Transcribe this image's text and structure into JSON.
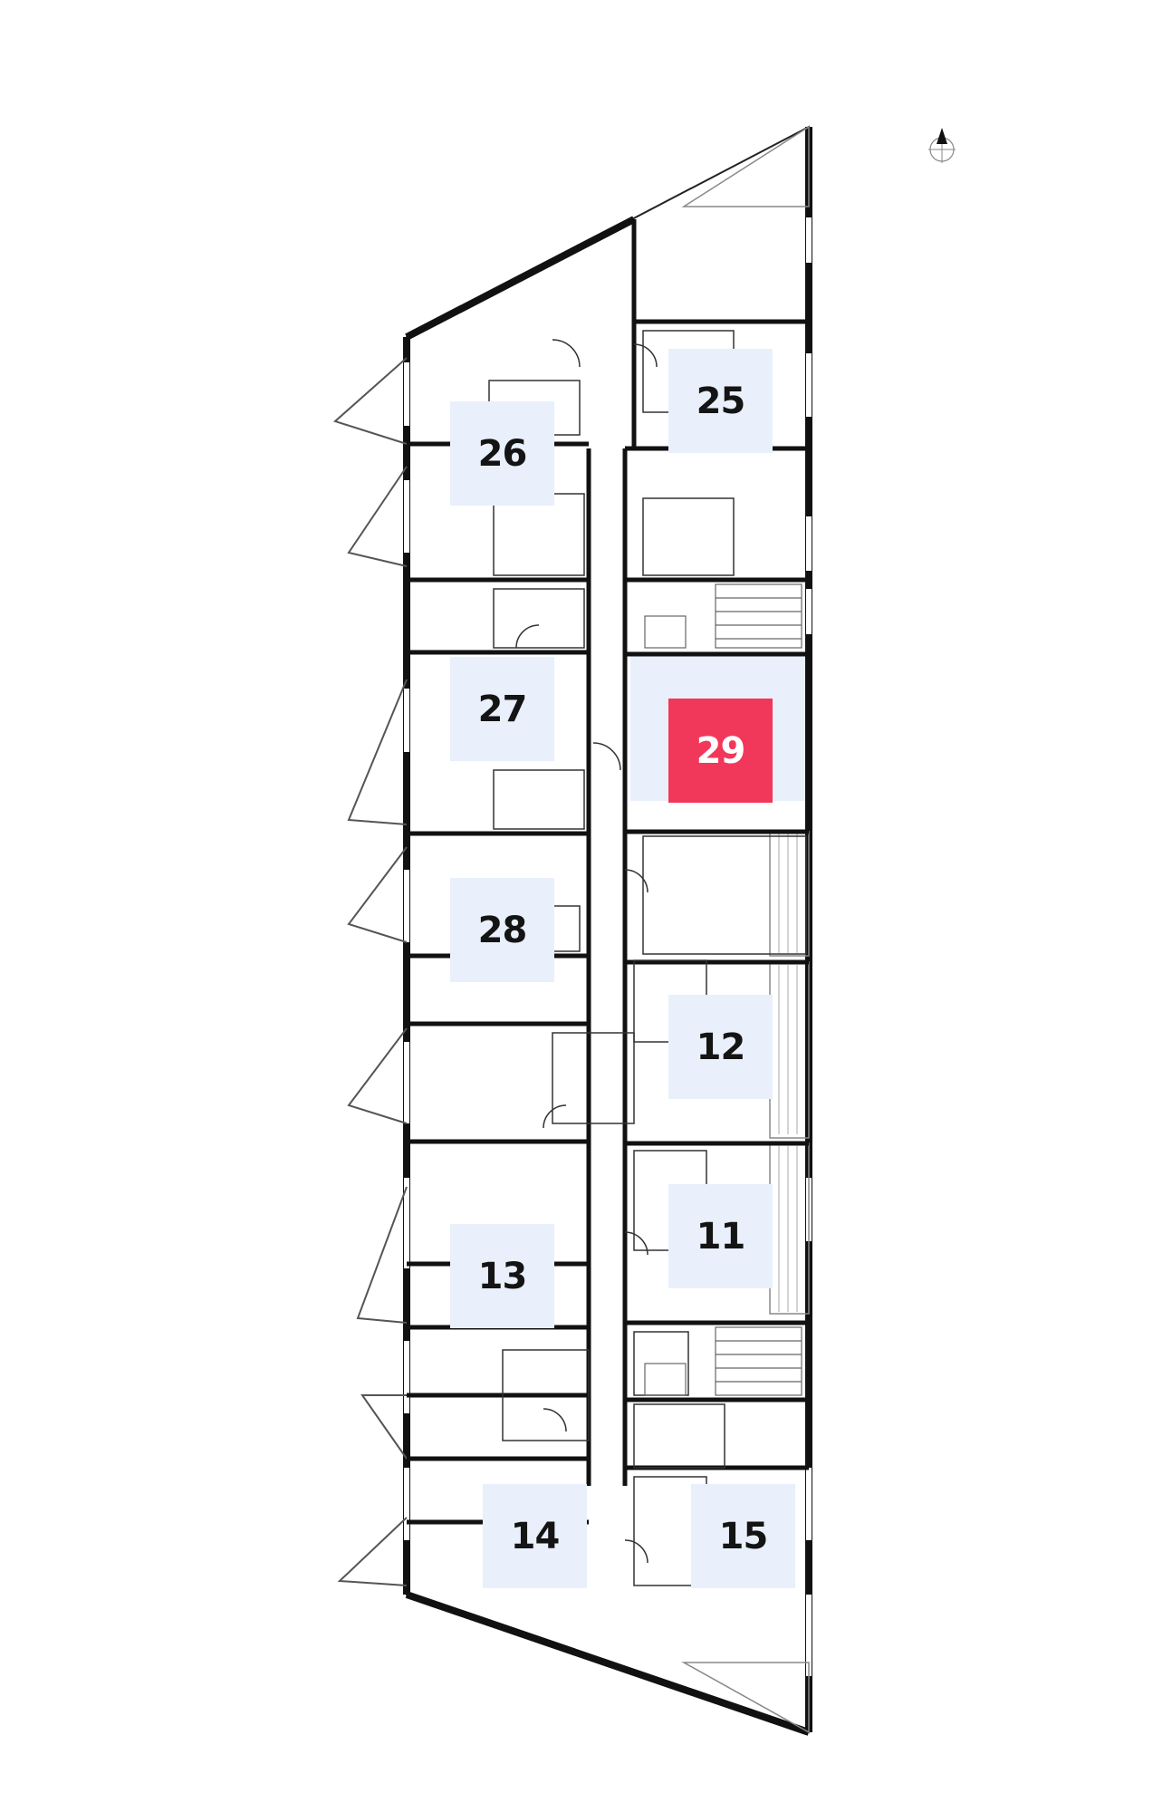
{
  "colors": {
    "wall": "#111111",
    "thin_line": "#333333",
    "unit_available": "#e9f0fb",
    "unit_selected": "#f2385a",
    "selected_area": "#e6eefa"
  },
  "icons": {
    "compass": "north-arrow-icon"
  },
  "units": [
    {
      "number": "25",
      "status": "available"
    },
    {
      "number": "26",
      "status": "available"
    },
    {
      "number": "27",
      "status": "available"
    },
    {
      "number": "29",
      "status": "selected"
    },
    {
      "number": "28",
      "status": "available"
    },
    {
      "number": "12",
      "status": "available"
    },
    {
      "number": "11",
      "status": "available"
    },
    {
      "number": "13",
      "status": "available"
    },
    {
      "number": "14",
      "status": "available"
    },
    {
      "number": "15",
      "status": "available"
    }
  ]
}
